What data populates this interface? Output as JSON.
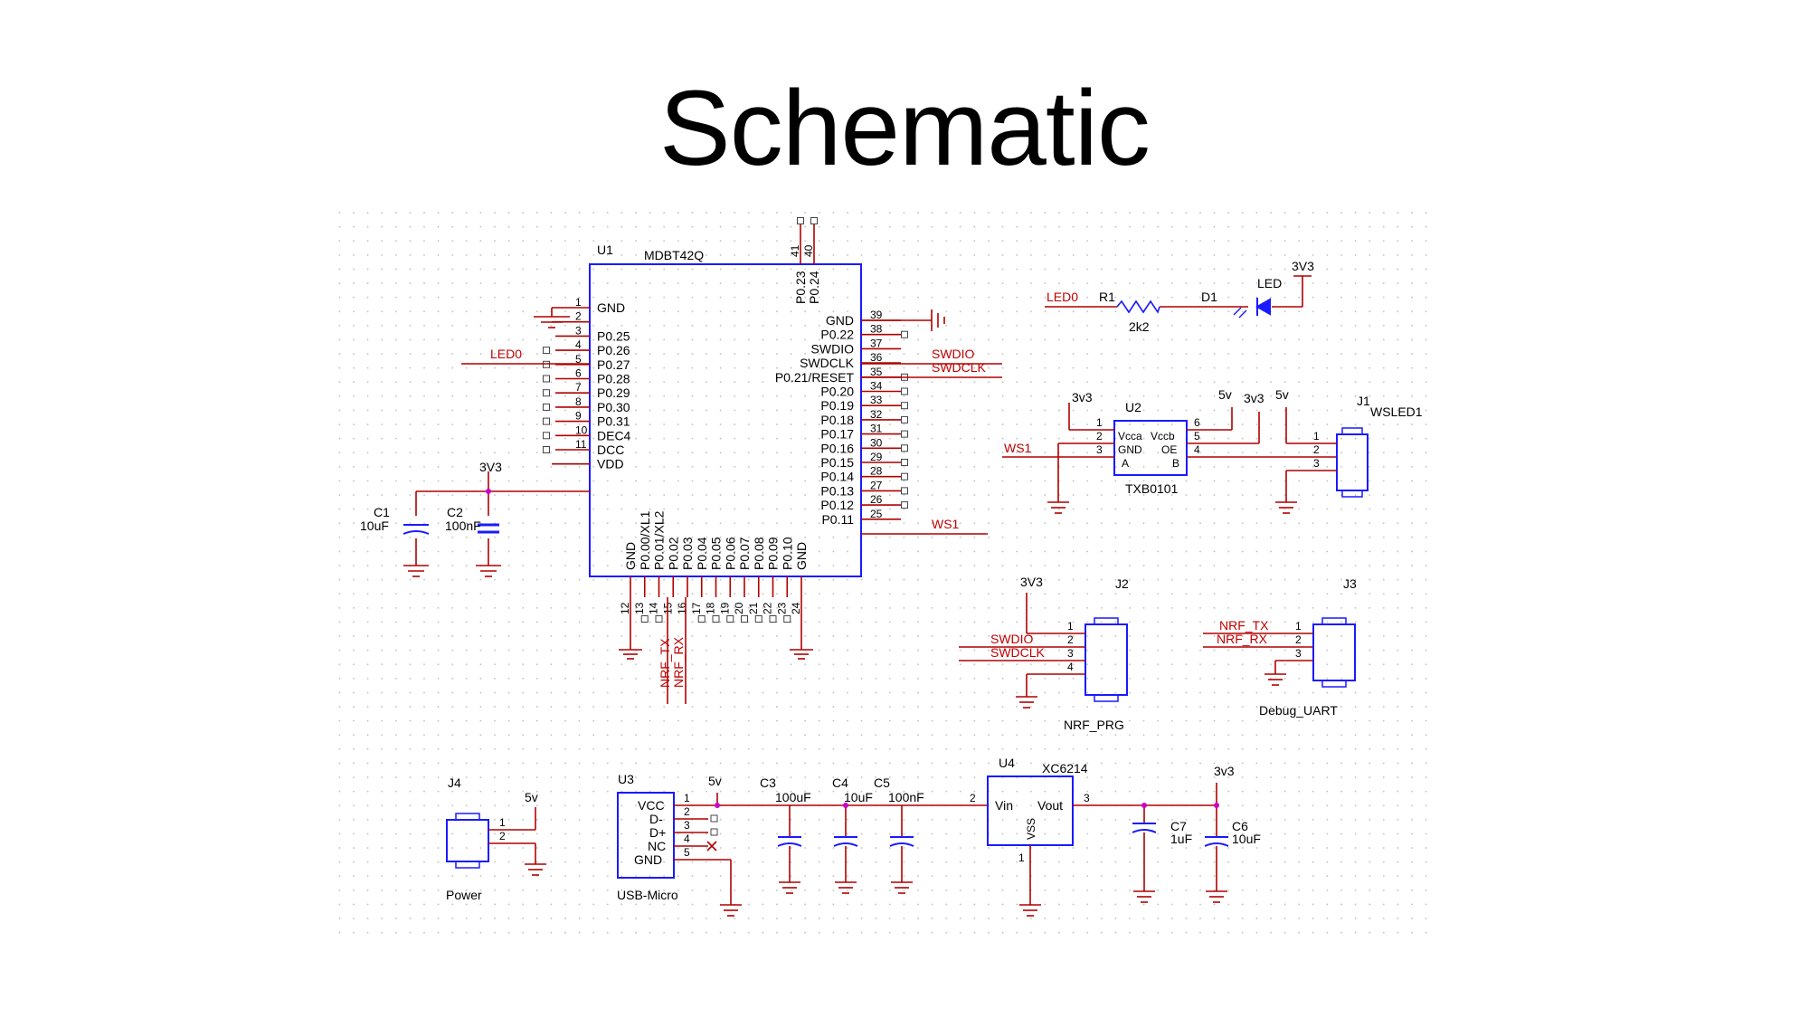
{
  "title": "Schematic",
  "colors": {
    "wire": "#b00000",
    "body": "#1a1aff",
    "signal": "#c00000",
    "junction": "#cc00cc",
    "text": "#000000"
  },
  "u1": {
    "ref": "U1",
    "part": "MDBT42Q",
    "left_pins": [
      {
        "num": "1",
        "name": "GND"
      },
      {
        "num": "2",
        "name": ""
      },
      {
        "num": "3",
        "name": "P0.25"
      },
      {
        "num": "4",
        "name": "P0.26"
      },
      {
        "num": "5",
        "name": "P0.27"
      },
      {
        "num": "6",
        "name": "P0.28"
      },
      {
        "num": "7",
        "name": "P0.29"
      },
      {
        "num": "8",
        "name": "P0.30"
      },
      {
        "num": "9",
        "name": "P0.31"
      },
      {
        "num": "10",
        "name": "DEC4"
      },
      {
        "num": "11",
        "name": "DCC"
      },
      {
        "num": "",
        "name": "VDD"
      }
    ],
    "right_pins": [
      {
        "num": "39",
        "name": "GND"
      },
      {
        "num": "38",
        "name": "P0.22"
      },
      {
        "num": "37",
        "name": "SWDIO"
      },
      {
        "num": "36",
        "name": "SWDCLK"
      },
      {
        "num": "35",
        "name": "P0.21/RESET"
      },
      {
        "num": "34",
        "name": "P0.20"
      },
      {
        "num": "33",
        "name": "P0.19"
      },
      {
        "num": "32",
        "name": "P0.18"
      },
      {
        "num": "31",
        "name": "P0.17"
      },
      {
        "num": "30",
        "name": "P0.16"
      },
      {
        "num": "29",
        "name": "P0.15"
      },
      {
        "num": "28",
        "name": "P0.14"
      },
      {
        "num": "27",
        "name": "P0.13"
      },
      {
        "num": "26",
        "name": "P0.12"
      },
      {
        "num": "25",
        "name": "P0.11"
      }
    ],
    "top_pins": [
      {
        "num": "41",
        "name": "P0.23"
      },
      {
        "num": "40",
        "name": "P0.24"
      }
    ],
    "bottom_pins": [
      {
        "num": "12",
        "name": "GND"
      },
      {
        "num": "13",
        "name": "P0.00/XL1"
      },
      {
        "num": "14",
        "name": "P0.01/XL2"
      },
      {
        "num": "15",
        "name": "P0.02"
      },
      {
        "num": "16",
        "name": "P0.03"
      },
      {
        "num": "17",
        "name": "P0.04"
      },
      {
        "num": "18",
        "name": "P0.05"
      },
      {
        "num": "19",
        "name": "P0.06"
      },
      {
        "num": "20",
        "name": "P0.07"
      },
      {
        "num": "21",
        "name": "P0.08"
      },
      {
        "num": "22",
        "name": "P0.09"
      },
      {
        "num": "23",
        "name": "P0.10"
      },
      {
        "num": "24",
        "name": "GND"
      }
    ]
  },
  "signals": {
    "led0_u1": "LED0",
    "swdio_u1": "SWDIO",
    "swdclk_u1": "SWDCLK",
    "ws1_u1": "WS1",
    "nrf_tx": "NRF_TX",
    "nrf_rx": "NRF_RX",
    "led0_r1": "LED0",
    "ws1_u2": "WS1",
    "swdio_j2": "SWDIO",
    "swdclk_j2": "SWDCLK",
    "nrf_tx_j3": "NRF_TX",
    "nrf_rx_j3": "NRF_RX"
  },
  "power": {
    "v3v3_u1": "3V3",
    "v3v3_led": "3V3",
    "v3v3_u2": "3v3",
    "v5_u2": "5v",
    "v3v3_u2b": "3v3",
    "v5_j1": "5v",
    "v3v3_j2": "3V3",
    "v5_j4": "5v",
    "v5_u3": "5v",
    "v3v3_u4": "3v3"
  },
  "caps": {
    "c1": {
      "ref": "C1",
      "value": "10uF"
    },
    "c2": {
      "ref": "C2",
      "value": "100nF"
    },
    "c3": {
      "ref": "C3",
      "value": "100uF"
    },
    "c4": {
      "ref": "C4",
      "value": "10uF"
    },
    "c5": {
      "ref": "C5",
      "value": "100nF"
    },
    "c7": {
      "ref": "C7",
      "value": "1uF"
    },
    "c6": {
      "ref": "C6",
      "value": "10uF"
    }
  },
  "r1": {
    "ref": "R1",
    "value": "2k2"
  },
  "d1": {
    "ref": "D1",
    "value": "LED"
  },
  "u2": {
    "ref": "U2",
    "part": "TXB0101",
    "pins_left": [
      "1",
      "2",
      "3"
    ],
    "pins_right": [
      "6",
      "5",
      "4"
    ],
    "labels": [
      "Vcca",
      "Vccb",
      "GND",
      "OE",
      "A",
      "B"
    ]
  },
  "j1": {
    "ref": "J1",
    "name": "WSLED1",
    "pins": [
      "1",
      "2",
      "3"
    ]
  },
  "j2": {
    "ref": "J2",
    "name": "NRF_PRG",
    "pins": [
      "1",
      "2",
      "3",
      "4"
    ]
  },
  "j3": {
    "ref": "J3",
    "name": "Debug_UART",
    "pins": [
      "1",
      "2",
      "3"
    ]
  },
  "j4": {
    "ref": "J4",
    "name": "Power",
    "pins": [
      "1",
      "2"
    ]
  },
  "u3": {
    "ref": "U3",
    "name": "USB-Micro",
    "pins": [
      "1",
      "2",
      "3",
      "4",
      "5"
    ],
    "labels": [
      "VCC",
      "D-",
      "D+",
      "NC",
      "GND"
    ]
  },
  "u4": {
    "ref": "U4",
    "part": "XC6214",
    "pin_vin": "2",
    "pin_vout": "3",
    "labels": [
      "Vin",
      "Vout",
      "VSS"
    ],
    "pin_vss": "1"
  }
}
